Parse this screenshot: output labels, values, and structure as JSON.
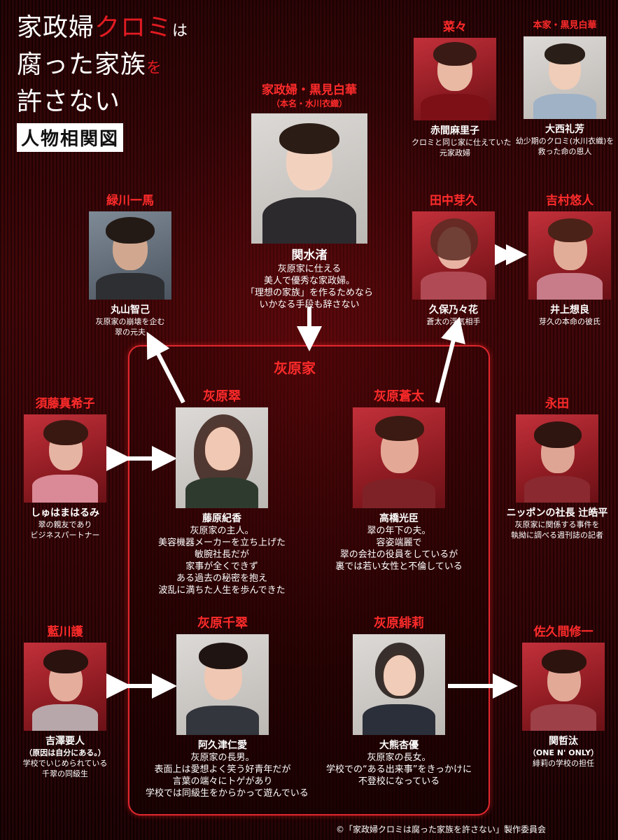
{
  "title": {
    "line1_a": "家政婦",
    "line1_b": "クロミ",
    "line1_c": "は",
    "line2_a": "腐った家族",
    "line2_b": "を",
    "line3": "許さない",
    "subtitle": "人物相関図"
  },
  "family_label": "灰原家",
  "characters": {
    "nana": {
      "role": "菜々",
      "actor": "赤間麻里子",
      "desc": [
        "クロミと同じ家に仕えていた",
        "元家政婦"
      ]
    },
    "honke": {
      "role": "本家・黒見白華",
      "actor": "大西礼芳",
      "desc": [
        "幼少期のクロミ(水川衣織)を",
        "救った命の恩人"
      ]
    },
    "kuromi": {
      "role": "家政婦・黒見白華",
      "sub": "（本名・水川衣織）",
      "actor": "関水渚",
      "desc": [
        "灰原家に仕える",
        "美人で優秀な家政婦。",
        "「理想の家族」を作るためなら",
        "いかなる手段も辞さない"
      ]
    },
    "midorikawa": {
      "role": "緑川一馬",
      "actor": "丸山智己",
      "desc": [
        "灰原家の崩壊を企む",
        "翠の元夫"
      ]
    },
    "tanaka": {
      "role": "田中芽久",
      "actor": "久保乃々花",
      "desc": [
        "蒼太の浮気相手"
      ]
    },
    "yoshimura": {
      "role": "吉村悠人",
      "actor": "井上想良",
      "desc": [
        "芽久の本命の彼氏"
      ]
    },
    "sudo": {
      "role": "須藤真希子",
      "actor": "しゅはまはるみ",
      "desc": [
        "翠の親友であり",
        "ビジネスパートナー"
      ]
    },
    "midori": {
      "role": "灰原翠",
      "actor": "藤原紀香",
      "desc": [
        "灰原家の主人。",
        "美容機器メーカーを立ち上げた",
        "敏腕社長だが",
        "家事が全くできず",
        "ある過去の秘密を抱え",
        "波乱に満ちた人生を歩んできた"
      ]
    },
    "sota": {
      "role": "灰原蒼太",
      "actor": "高橋光臣",
      "desc": [
        "翠の年下の夫。",
        "容姿端麗で",
        "翠の会社の役員をしているが",
        "裏では若い女性と不倫している"
      ]
    },
    "nagata": {
      "role": "永田",
      "actor": "ニッポンの社長 辻皓平",
      "desc": [
        "灰原家に関係する事件を",
        "執拗に調べる週刊誌の記者"
      ]
    },
    "aikawa": {
      "role": "藍川護",
      "actor": "吉澤要人",
      "actor_note": "（原因は自分にある。）",
      "desc": [
        "学校でいじめられている",
        "千翠の同級生"
      ]
    },
    "chisui": {
      "role": "灰原千翠",
      "actor": "阿久津仁愛",
      "desc": [
        "灰原家の長男。",
        "表面上は愛想よく笑う好青年だが",
        "言葉の端々にトゲがあり",
        "学校では同級生をからかって遊んでいる"
      ]
    },
    "hiri": {
      "role": "灰原緋莉",
      "actor": "大熊杏優",
      "desc": [
        "灰原家の長女。",
        "学校での“ある出来事”をきっかけに",
        "不登校になっている"
      ]
    },
    "sakuma": {
      "role": "佐久間修一",
      "actor": "関哲汰",
      "actor_note": "（ONE N' ONLY）",
      "desc": [
        "緋莉の学校の担任"
      ]
    }
  },
  "copyright": "©「家政婦クロミは腐った家族を許さない」製作委員会",
  "colors": {
    "accent": "#e11b22",
    "role_text": "#ff2b2b",
    "background": "#140304"
  }
}
